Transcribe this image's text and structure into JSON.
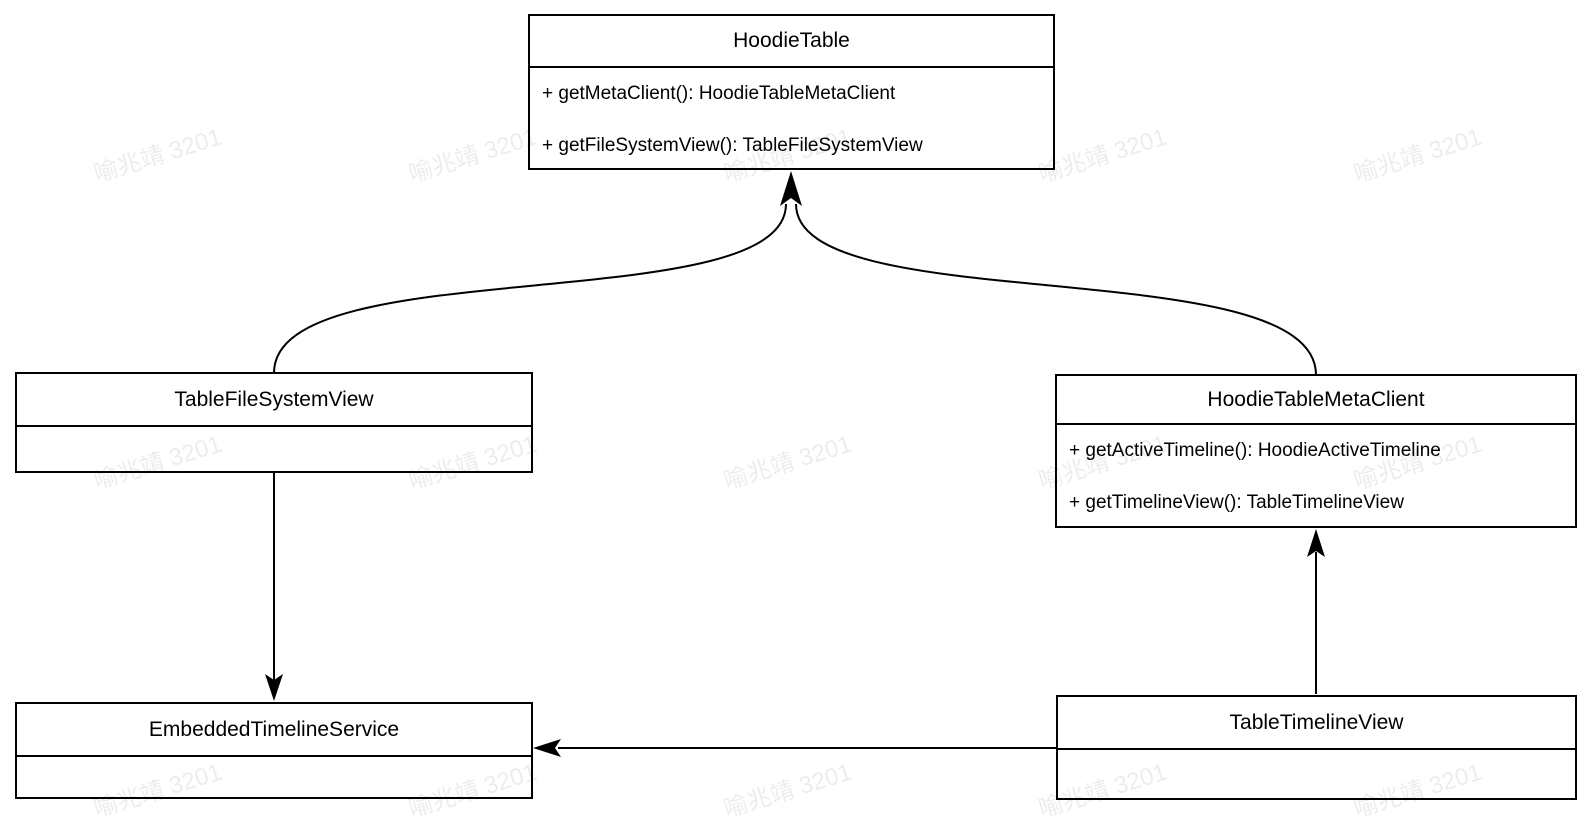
{
  "diagram": {
    "type": "uml-class-diagram",
    "background_color": "#ffffff",
    "line_color": "#000000",
    "text_color": "#000000",
    "classes": [
      {
        "name": "HoodieTable",
        "members": [
          "+ getMetaClient(): HoodieTableMetaClient",
          "+ getFileSystemView(): TableFileSystemView"
        ]
      },
      {
        "name": "TableFileSystemView",
        "members": []
      },
      {
        "name": "HoodieTableMetaClient",
        "members": [
          "+ getActiveTimeline(): HoodieActiveTimeline",
          "+ getTimelineView(): TableTimelineView"
        ]
      },
      {
        "name": "EmbeddedTimelineService",
        "members": []
      },
      {
        "name": "TableTimelineView",
        "members": []
      }
    ],
    "relations": [
      {
        "from": "TableFileSystemView",
        "to": "HoodieTable",
        "arrow": "filled-arrowhead",
        "shape": "curved"
      },
      {
        "from": "HoodieTableMetaClient",
        "to": "HoodieTable",
        "arrow": "filled-arrowhead",
        "shape": "curved"
      },
      {
        "from": "TableFileSystemView",
        "to": "EmbeddedTimelineService",
        "arrow": "filled-arrowhead",
        "shape": "straight-vertical"
      },
      {
        "from": "TableTimelineView",
        "to": "HoodieTableMetaClient",
        "arrow": "filled-arrowhead",
        "shape": "straight-vertical"
      },
      {
        "from": "TableTimelineView",
        "to": "EmbeddedTimelineService",
        "arrow": "filled-arrowhead",
        "shape": "straight-horizontal"
      }
    ]
  },
  "watermark": {
    "text": "喻兆靖 3201"
  }
}
